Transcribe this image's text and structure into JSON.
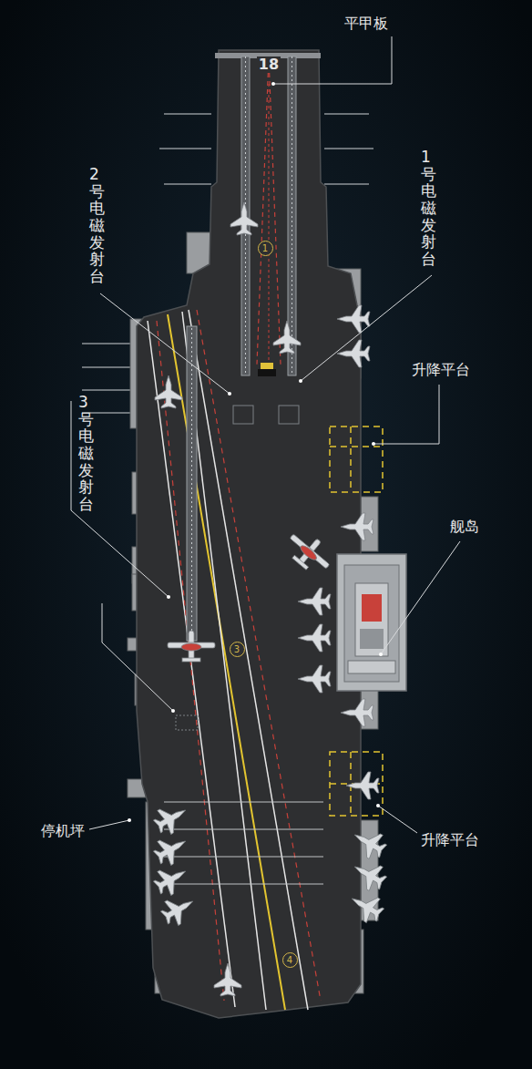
{
  "diagram": {
    "labels": [
      "平甲板",
      "2号电磁发射台",
      "1号电磁发射台",
      "升降平台",
      "3号电磁发射台",
      "舰岛",
      "升降平台",
      "停机坪",
      "18",
      "1",
      "3",
      "4"
    ]
  }
}
